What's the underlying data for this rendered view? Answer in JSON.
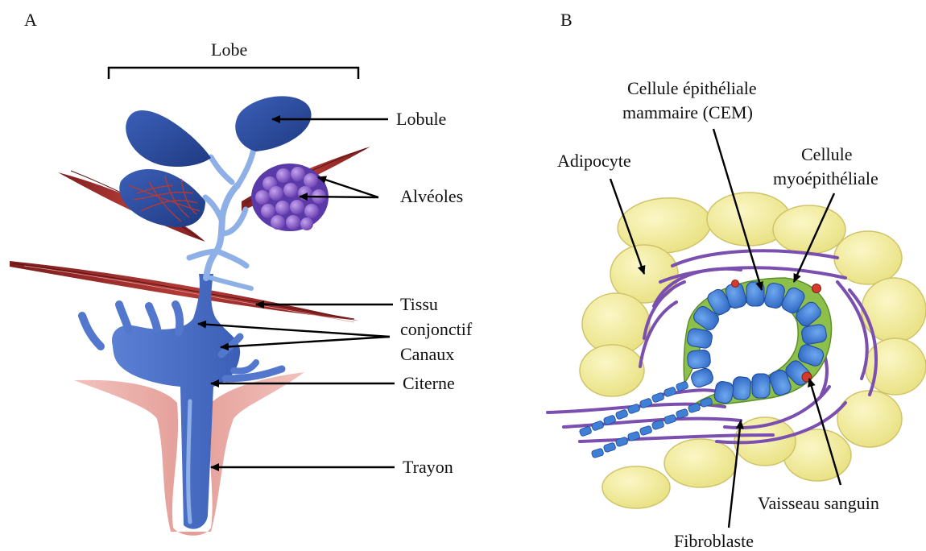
{
  "panel_a": {
    "letter": "A",
    "labels": {
      "lobe": "Lobe",
      "lobule": "Lobule",
      "alveoles": "Alvéoles",
      "tissu": "Tissu",
      "conjonctif": "conjonctif",
      "canaux": "Canaux",
      "citerne": "Citerne",
      "trayon": "Trayon"
    }
  },
  "panel_b": {
    "letter": "B",
    "labels": {
      "cem_line1": "Cellule épithéliale",
      "cem_line2": "mammaire (CEM)",
      "adipocyte": "Adipocyte",
      "myo_line1": "Cellule",
      "myo_line2": "myoépithéliale",
      "vaisseau": "Vaisseau sanguin",
      "fibroblaste": "Fibroblaste"
    }
  },
  "colors": {
    "duct_blue": "#3f63b8",
    "lobule_blue": "#2c4a97",
    "light_duct": "#8fb0e6",
    "alveoli_purple": "#8c62c9",
    "muscle_red": "#a33030",
    "teat_pink": "#e6a9a4",
    "adipocyte_yellow": "#f3eea0",
    "fibroblast_purple": "#7a4fb0",
    "myo_green": "#8cc04a",
    "vessel_red": "#d23a2c",
    "cell_blue": "#3f7fd6"
  }
}
